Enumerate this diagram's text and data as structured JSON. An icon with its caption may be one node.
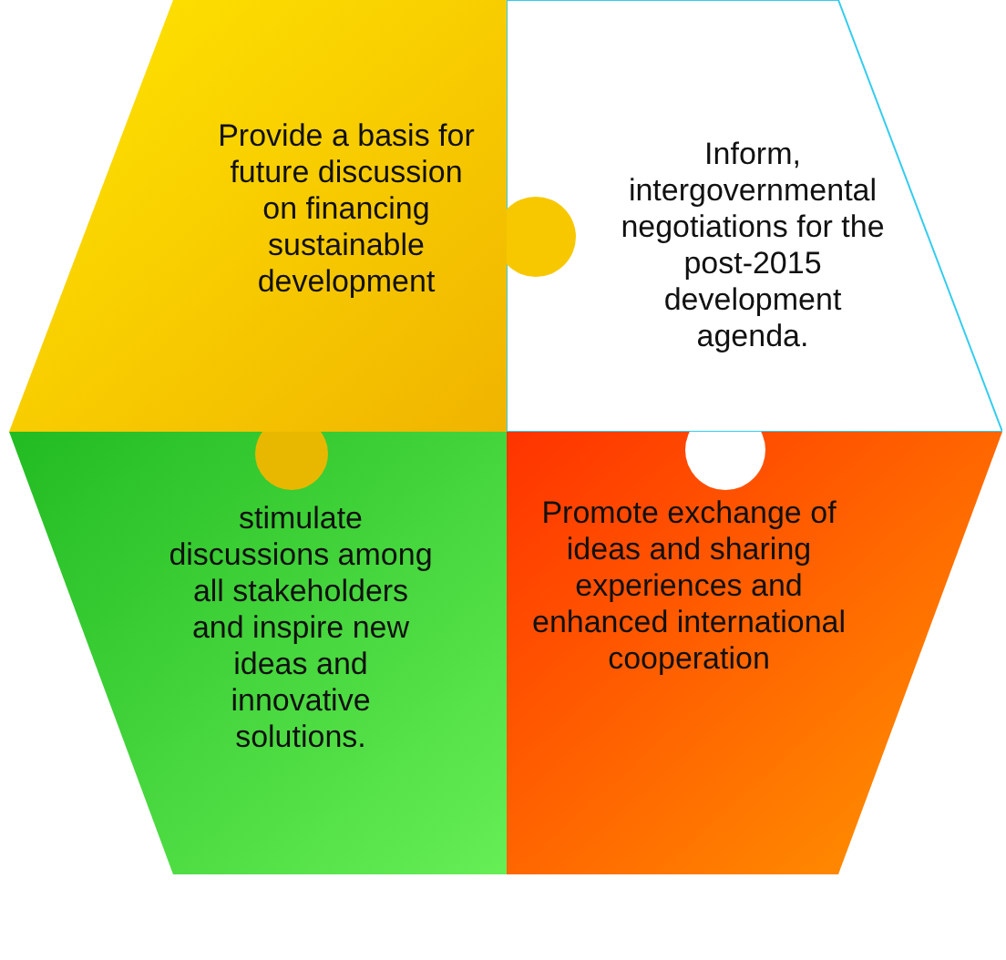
{
  "diagram": {
    "nodes": [
      {
        "text": [
          "Provide a basis for future discussion on financing sustainable development"
        ]
      },
      {
        "text": [
          "Inform, intergovernmental negotiations for the post-2015 development agenda."
        ]
      },
      {
        "text": [
          "stimulate discussions among all stakeholders and inspire new ideas and innovative solutions."
        ]
      },
      {
        "text": [
          "Promote exchange of ideas and sharing experiences and enhanced international cooperation"
        ]
      }
    ]
  }
}
